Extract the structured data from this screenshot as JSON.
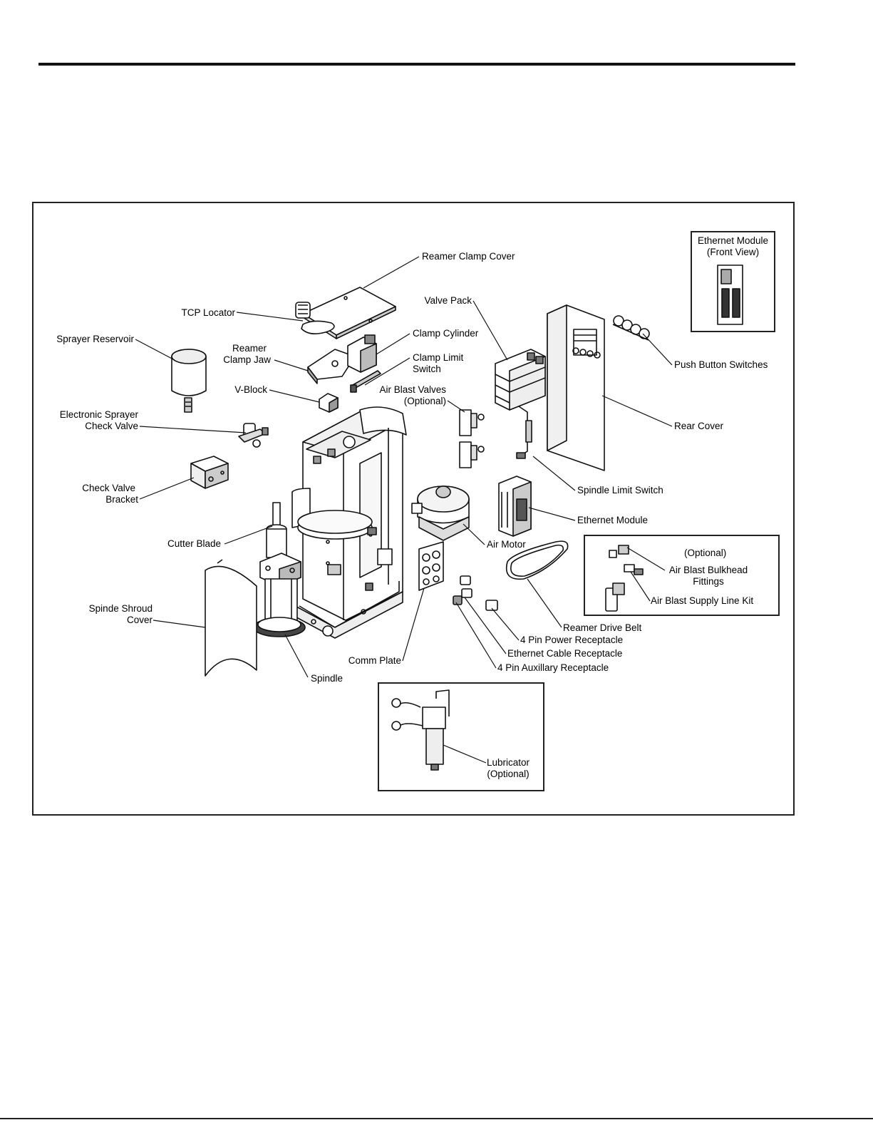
{
  "labels": {
    "reamer_clamp_cover": "Reamer Clamp Cover",
    "tcp_locator": "TCP Locator",
    "sprayer_reservoir": "Sprayer Reservoir",
    "reamer_clamp_jaw_1": "Reamer",
    "reamer_clamp_jaw_2": "Clamp Jaw",
    "clamp_cylinder": "Clamp Cylinder",
    "clamp_limit_switch_1": "Clamp Limit",
    "clamp_limit_switch_2": "Switch",
    "v_block": "V-Block",
    "air_blast_valves_1": "Air Blast Valves",
    "air_blast_valves_2": "(Optional)",
    "electronic_sprayer_check_valve_1": "Electronic Sprayer",
    "electronic_sprayer_check_valve_2": "Check Valve",
    "check_valve_bracket_1": "Check Valve",
    "check_valve_bracket_2": "Bracket",
    "cutter_blade": "Cutter Blade",
    "spindle_shroud_cover_1": "Spinde Shroud",
    "spindle_shroud_cover_2": "Cover",
    "spindle": "Spindle",
    "comm_plate": "Comm Plate",
    "valve_pack": "Valve Pack",
    "push_button_switches": "Push Button Switches",
    "rear_cover": "Rear Cover",
    "spindle_limit_switch": "Spindle Limit Switch",
    "ethernet_module": "Ethernet Module",
    "air_motor": "Air Motor",
    "reamer_drive_belt": "Reamer Drive Belt",
    "four_pin_power_receptacle": "4 Pin Power Receptacle",
    "ethernet_cable_receptacle": "Ethernet Cable Receptacle",
    "four_pin_auxillary_receptacle": "4 Pin Auxillary Receptacle"
  },
  "insets": {
    "ethernet_front": {
      "title_1": "Ethernet Module",
      "title_2": "(Front View)"
    },
    "optional_fittings": {
      "title": "(Optional)",
      "bulkhead_1": "Air Blast Bulkhead",
      "bulkhead_2": "Fittings",
      "supply_line": "Air Blast Supply Line Kit"
    },
    "lubricator": {
      "label_1": "Lubricator",
      "label_2": "(Optional)"
    }
  }
}
